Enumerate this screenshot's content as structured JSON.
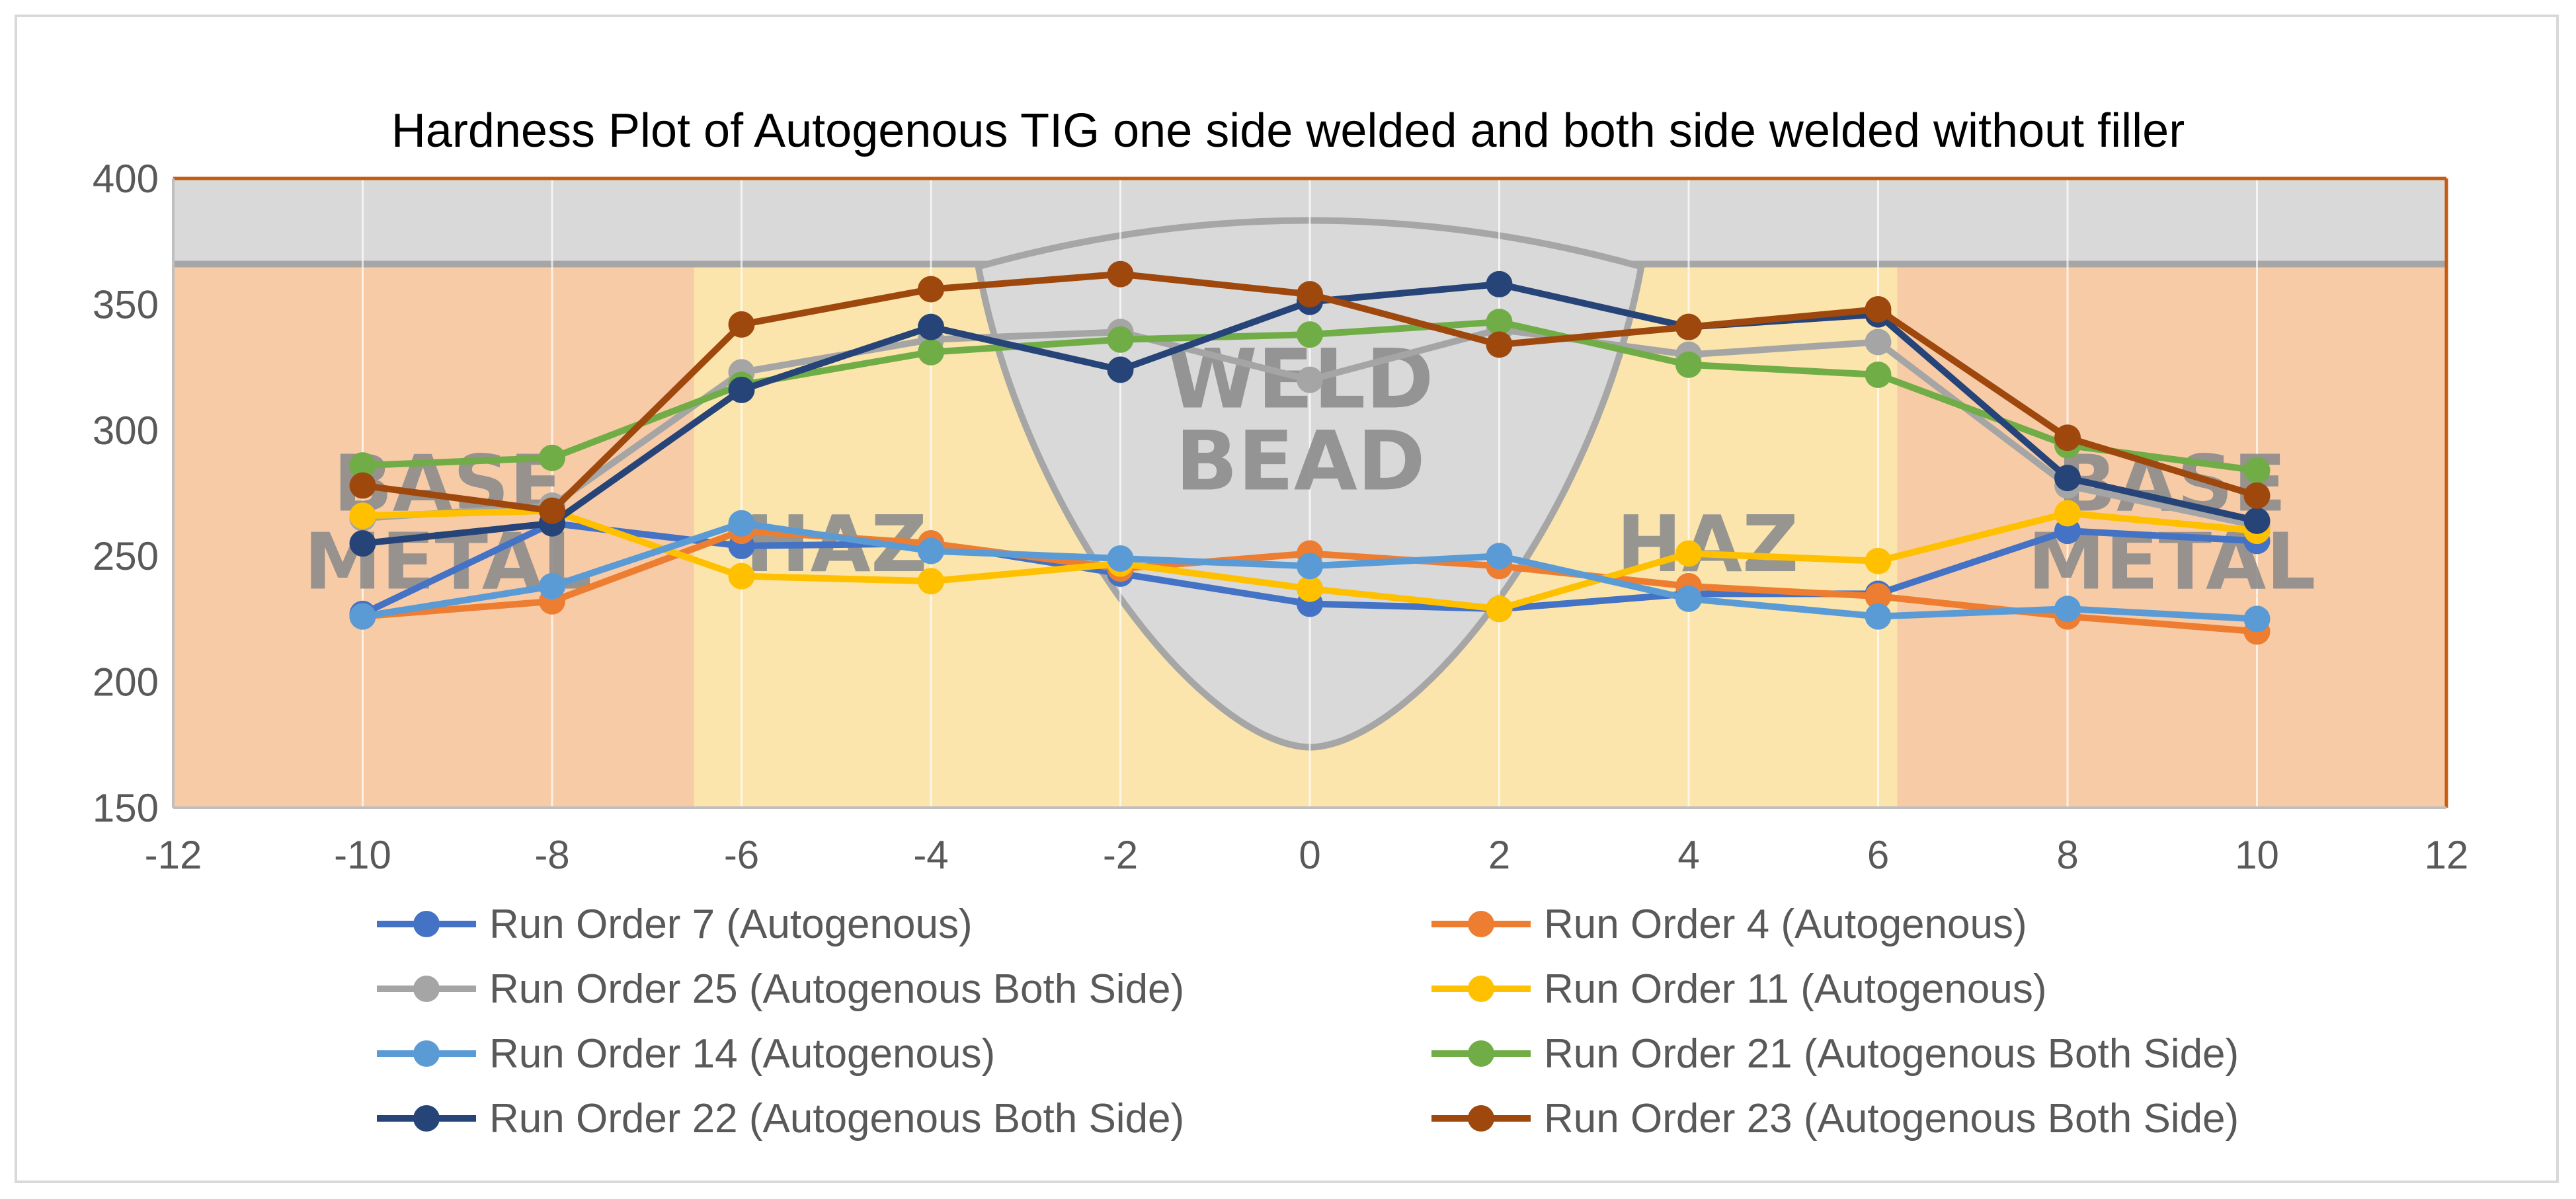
{
  "chart_data": {
    "type": "line",
    "title": "Hardness Plot of Autogenous TIG one side welded and both side welded  without filler",
    "xlabel": "",
    "ylabel": "",
    "xlim": [
      -12,
      12
    ],
    "ylim": [
      150,
      400
    ],
    "x_ticks": [
      -12,
      -10,
      -8,
      -6,
      -4,
      -2,
      0,
      2,
      4,
      6,
      8,
      10,
      12
    ],
    "y_ticks": [
      150,
      200,
      250,
      300,
      350,
      400
    ],
    "grid": "vertical",
    "legend_position": "bottom",
    "x": [
      -10,
      -8,
      -6,
      -4,
      -2,
      0,
      2,
      4,
      6,
      8,
      10
    ],
    "zones": {
      "base_metal_left": {
        "label_line1": "BASE",
        "label_line2": "METAL",
        "x_range": [
          -12,
          -6.5
        ],
        "color": "#f8cba7"
      },
      "haz_left": {
        "label_line1": "HAZ",
        "label_line2": "",
        "x_range": [
          -6.5,
          -3.5
        ],
        "color": "#fbe5ac"
      },
      "weld_bead": {
        "label_line1": "WELD",
        "label_line2": "BEAD",
        "x_range": [
          -3.5,
          3.5
        ],
        "color": "#d9d9d9"
      },
      "haz_right": {
        "label_line1": "HAZ",
        "label_line2": "",
        "x_range": [
          3.3,
          6.2
        ],
        "color": "#fbe5ac"
      },
      "base_metal_right": {
        "label_line1": "BASE",
        "label_line2": "METAL",
        "x_range": [
          6.2,
          12
        ],
        "color": "#f8cba7"
      },
      "top_band": {
        "y_range": [
          366,
          400
        ],
        "color": "#d9d9d9"
      }
    },
    "series": [
      {
        "name": "Run Order 7 (Autogenous)",
        "color": "#4472c4",
        "values": [
          227,
          263,
          254,
          255,
          243,
          231,
          229,
          235,
          235,
          260,
          256
        ]
      },
      {
        "name": "Run Order 4 (Autogenous)",
        "color": "#ed7d31",
        "values": [
          226,
          232,
          260,
          255,
          245,
          251,
          246,
          238,
          234,
          226,
          220
        ]
      },
      {
        "name": "Run Order 25 (Autogenous Both Side)",
        "color": "#a5a5a5",
        "values": [
          265,
          270,
          323,
          336,
          339,
          320,
          340,
          330,
          335,
          278,
          262
        ]
      },
      {
        "name": "Run Order 11 (Autogenous)",
        "color": "#ffc000",
        "values": [
          266,
          268,
          242,
          240,
          247,
          237,
          229,
          251,
          248,
          267,
          260
        ]
      },
      {
        "name": "Run Order 14 (Autogenous)",
        "color": "#5b9bd5",
        "values": [
          226,
          238,
          263,
          252,
          249,
          246,
          250,
          233,
          226,
          229,
          225
        ]
      },
      {
        "name": "Run Order 21 (Autogenous Both Side)",
        "color": "#70ad47",
        "values": [
          286,
          289,
          318,
          331,
          336,
          338,
          343,
          326,
          322,
          294,
          284
        ]
      },
      {
        "name": "Run Order 22 (Autogenous Both Side)",
        "color": "#264478",
        "values": [
          255,
          263,
          316,
          341,
          324,
          351,
          358,
          341,
          346,
          281,
          264
        ]
      },
      {
        "name": "Run Order 23 (Autogenous Both Side)",
        "color": "#9e480e",
        "values": [
          278,
          268,
          342,
          356,
          362,
          354,
          334,
          341,
          348,
          297,
          274
        ]
      }
    ]
  }
}
